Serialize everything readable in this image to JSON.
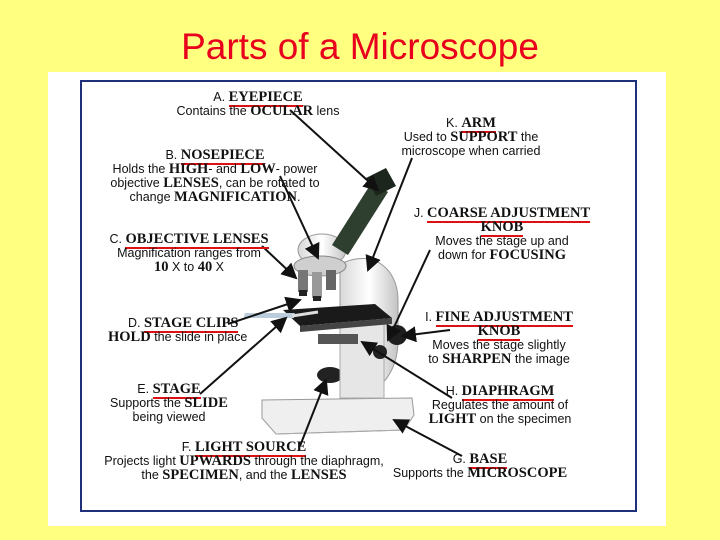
{
  "title": "Parts of a Microscope",
  "parts": {
    "A": {
      "letter": "A.",
      "name": "EYEPIECE",
      "d1": "Contains the",
      "d1b": "OCULAR",
      "d1c": "lens"
    },
    "B": {
      "letter": "B.",
      "name": "NOSEPIECE",
      "d1": "Holds the",
      "d1b": "HIGH",
      "d1c": "- and",
      "d1d": "LOW",
      "d1e": "- power",
      "d2": "objective",
      "d2b": "LENSES",
      "d2c": ",  can be rotated to",
      "d3": "change",
      "d3b": "MAGNIFICATION",
      "d3c": "."
    },
    "C": {
      "letter": "C.",
      "name": "OBJECTIVE LENSES",
      "d1": "Magnification ranges from",
      "d2b": "10",
      "d2": "X to",
      "d2d": "40",
      "d2e": "X"
    },
    "D": {
      "letter": "D.",
      "name": "STAGE CLIPS",
      "d1b": "HOLD",
      "d1": "the slide in place"
    },
    "E": {
      "letter": "E.",
      "name": "STAGE",
      "d1": "Supports the",
      "d1b": "SLIDE",
      "d2": "being viewed"
    },
    "F": {
      "letter": "F.",
      "name": "LIGHT SOURCE",
      "d1": "Projects light",
      "d1b": "UPWARDS",
      "d1c": "through the diaphragm,",
      "d2": "the",
      "d2b": "SPECIMEN",
      "d2c": ", and the",
      "d2d": "LENSES"
    },
    "G": {
      "letter": "G.",
      "name": "BASE",
      "d1": "Supports the",
      "d1b": "MICROSCOPE"
    },
    "H": {
      "letter": "H.",
      "name": "DIAPHRAGM",
      "d1": "Regulates the amount of",
      "d2b": "LIGHT",
      "d2": "on the specimen"
    },
    "I": {
      "letter": "I.",
      "name": "FINE ADJUSTMENT",
      "name2": "KNOB",
      "d1": "Moves the stage slightly",
      "d2": "to",
      "d2b": "SHARPEN",
      "d2c": "the image"
    },
    "J": {
      "letter": "J.",
      "name": "COARSE ADJUSTMENT",
      "name2": "KNOB",
      "d1": "Moves the stage up and",
      "d2": "down for",
      "d2b": "FOCUSING"
    },
    "K": {
      "letter": "K.",
      "name": "ARM",
      "d1": "Used to",
      "d1b": "SUPPORT",
      "d1c": "the",
      "d2": "microscope when carried"
    }
  }
}
